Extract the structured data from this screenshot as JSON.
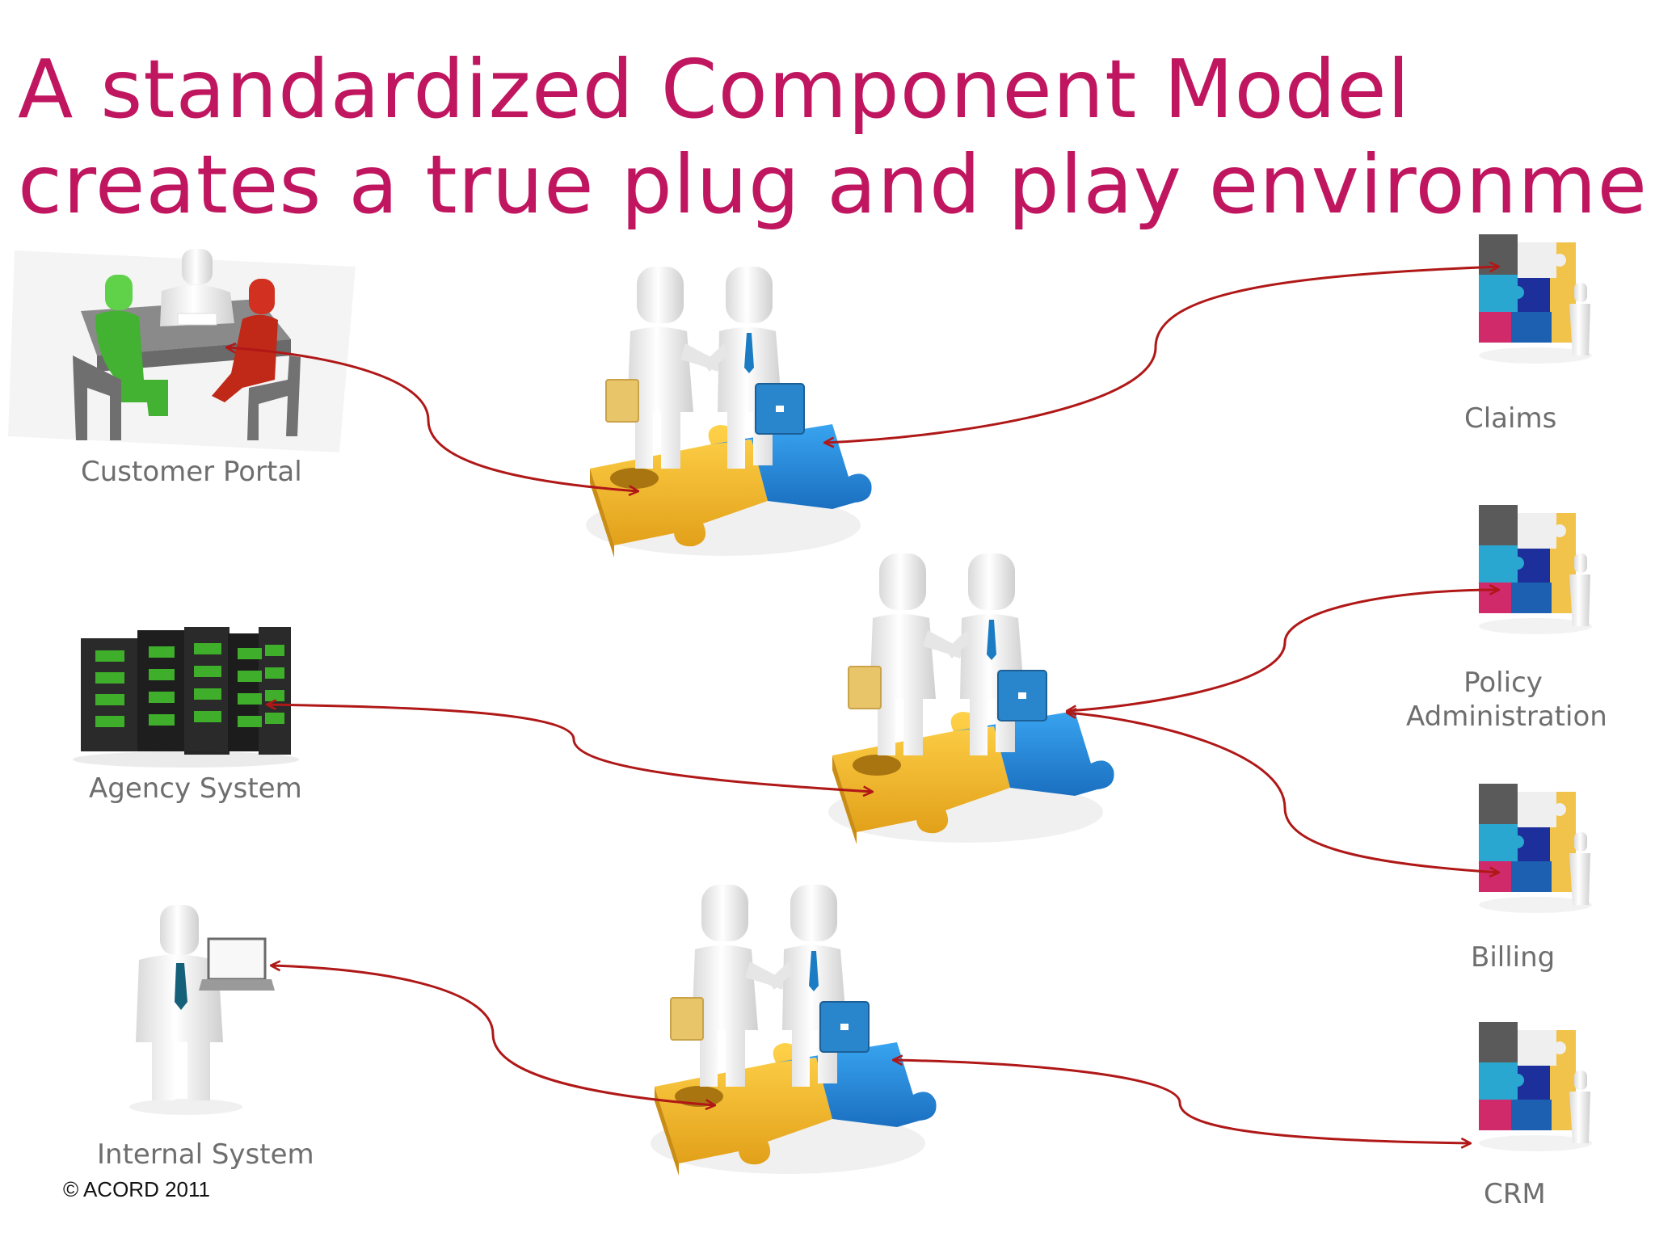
{
  "title": {
    "line1": "A standardized Component Model",
    "line2": "creates a true plug and play environment"
  },
  "left_systems": [
    {
      "label": "Customer Portal",
      "icon": "meeting-people-icon"
    },
    {
      "label": "Agency System",
      "icon": "server-rack-icon"
    },
    {
      "label": "Internal System",
      "icon": "person-laptop-icon"
    }
  ],
  "right_systems": [
    {
      "label": "Claims",
      "icon": "puzzle-person-icon"
    },
    {
      "label_line1": "Policy",
      "label_line2": "Administration",
      "icon": "puzzle-person-icon"
    },
    {
      "label": "Billing",
      "icon": "puzzle-person-icon"
    },
    {
      "label": "CRM",
      "icon": "puzzle-person-icon"
    }
  ],
  "hubs": [
    "handshake-puzzle-icon",
    "handshake-puzzle-icon",
    "handshake-puzzle-icon"
  ],
  "footer": {
    "copyright": "© ACORD 2011"
  },
  "colors": {
    "title": "#c01660",
    "connector": "#b01818",
    "label": "#6e6e6e",
    "puzzle_yellow": "#f2b630",
    "puzzle_blue": "#2a8ad8"
  }
}
